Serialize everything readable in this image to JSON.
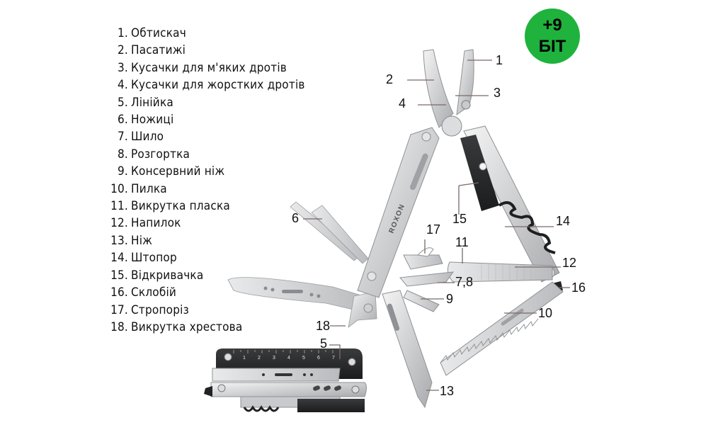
{
  "features": [
    {
      "num": "1.",
      "label": "Обтискач"
    },
    {
      "num": "2.",
      "label": "Пасатижі"
    },
    {
      "num": "3.",
      "label": "Кусачки для м'яких дротів"
    },
    {
      "num": "4.",
      "label": "Кусачки для жорстких дротів"
    },
    {
      "num": "5.",
      "label": "Лінійка"
    },
    {
      "num": "6.",
      "label": "Ножиці"
    },
    {
      "num": "7.",
      "label": "Шило"
    },
    {
      "num": "8.",
      "label": "Розгортка"
    },
    {
      "num": "9.",
      "label": "Консервний ніж"
    },
    {
      "num": "10.",
      "label": "Пилка"
    },
    {
      "num": "11.",
      "label": "Викрутка пласка"
    },
    {
      "num": "12.",
      "label": "Напилок"
    },
    {
      "num": "13.",
      "label": "Ніж"
    },
    {
      "num": "14.",
      "label": "Штопор"
    },
    {
      "num": "15.",
      "label": "Відкривачка"
    },
    {
      "num": "16.",
      "label": "Склобій"
    },
    {
      "num": "17.",
      "label": "Стропоріз"
    },
    {
      "num": "18.",
      "label": "Викрутка хрестова"
    }
  ],
  "badge": {
    "line1": "+9",
    "line2": "БІТ",
    "color": "#1fb23d"
  },
  "brand": "ROXON",
  "ruler_marks": [
    "1",
    "2",
    "3",
    "4",
    "5",
    "6",
    "7"
  ],
  "callouts": {
    "c1": "1",
    "c2": "2",
    "c3": "3",
    "c4": "4",
    "c5": "5",
    "c6": "6",
    "c78": "7,8",
    "c9": "9",
    "c10": "10",
    "c11": "11",
    "c12": "12",
    "c13": "13",
    "c14": "14",
    "c15": "15",
    "c16": "16",
    "c17": "17",
    "c18": "18"
  }
}
